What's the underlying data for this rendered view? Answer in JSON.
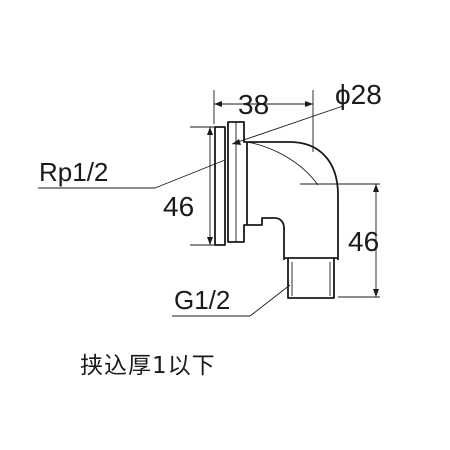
{
  "dimensions": {
    "width_top": "38",
    "diameter": "ϕ28",
    "height_left": "46",
    "height_right": "46"
  },
  "callouts": {
    "inlet_thread": "Rp1/2",
    "outlet_thread": "G1/2"
  },
  "note": "挟込厚1以下"
}
